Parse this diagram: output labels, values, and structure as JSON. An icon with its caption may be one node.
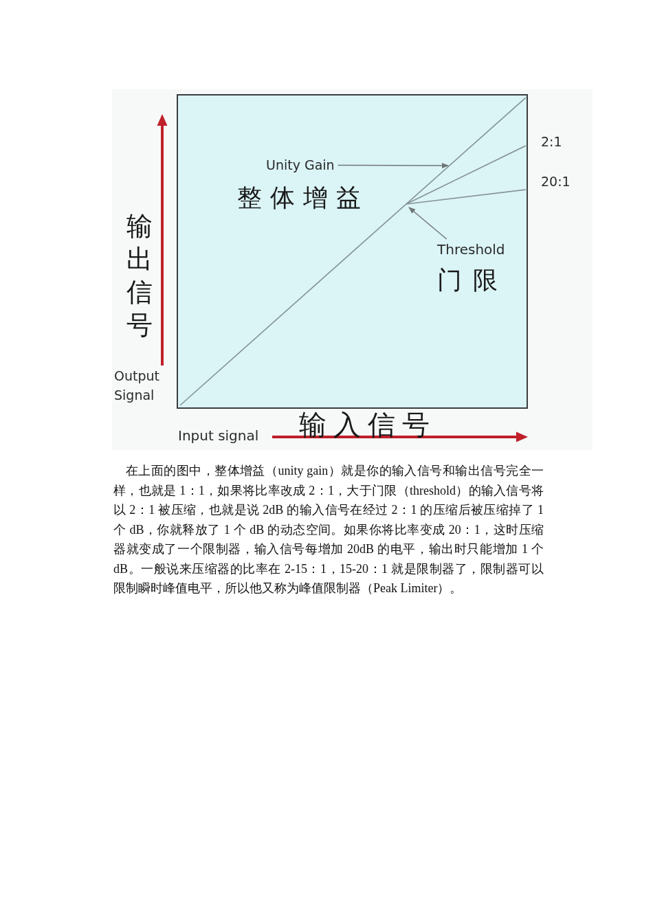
{
  "diagram": {
    "nodes": [
      {
        "text": [
          "Unity Gain"
        ]
      },
      {
        "text": [
          "Threshold"
        ]
      }
    ],
    "edges": [
      {
        "from": 0,
        "to": null,
        "arrow": "to"
      },
      {
        "from": 1,
        "to": null,
        "arrow": "to"
      }
    ],
    "labels": [
      "2:1",
      "20:1",
      "整体增益",
      "门限",
      "输出信号",
      "Output Signal",
      "输入信号",
      "Input signal"
    ],
    "caption": "在上面的图中，整体增益（unity gain）就是你的输入信号和输出信号完全一样，也就是 1：1，如果将比率改成 2：1，大于门限（threshold）的输入信号将以 2：1 被压缩，也就是说 2dB 的输入信号在经过 2：1 的压缩后被压缩掉了 1 个 dB，你就释放了 1 个 dB 的动态空间。如果你将比率变成 20：1，这时压缩器就变成了一个限制器，输入信号每增加 20dB 的电平，输出时只能增加 1 个 dB。一般说来压缩器的比率在 2-15：1，15-20：1 就是限制器了，限制器可以限制瞬时峰值电平，所以他又称为峰值限制器（Peak Limiter）。"
  }
}
